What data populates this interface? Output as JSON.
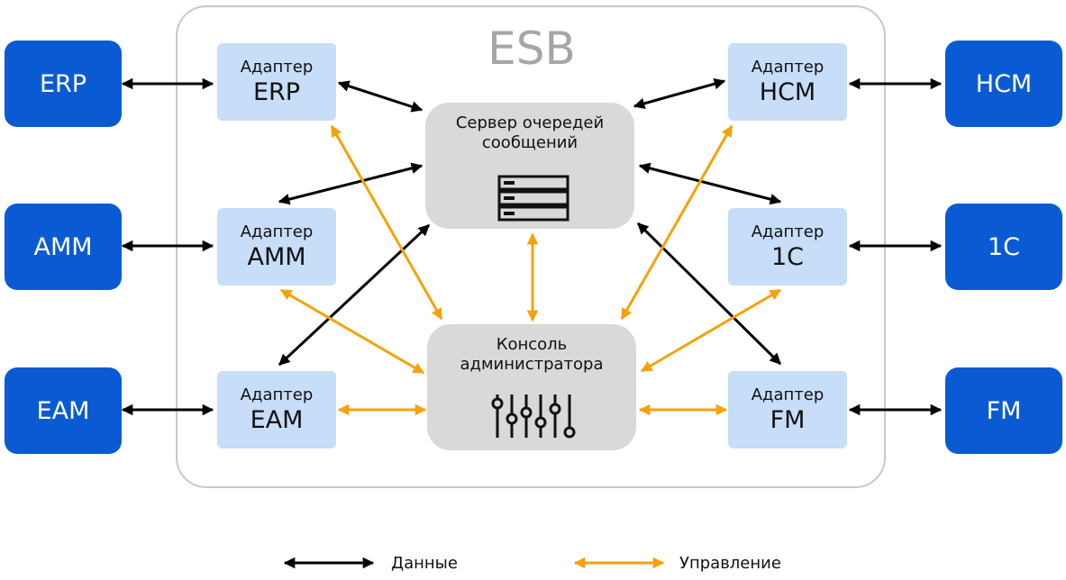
{
  "bus": {
    "title": "ESB"
  },
  "systems": {
    "erp": "ERP",
    "amm": "AMM",
    "eam": "EAM",
    "hcm": "HCM",
    "c1": "1С",
    "fm": "FM"
  },
  "adapters": {
    "label": "Адаптер",
    "erp": "ERP",
    "amm": "AMM",
    "eam": "EAM",
    "hcm": "HCM",
    "c1": "1С",
    "fm": "FM"
  },
  "queue_server": {
    "label": "Сервер очередей сообщений",
    "icon": "server-rack-icon"
  },
  "admin_console": {
    "label": "Консоль администратора",
    "icon": "sliders-icon"
  },
  "legend": {
    "data_label": "Данные",
    "control_label": "Управление"
  },
  "colors": {
    "system_fill": "#0a5bd3",
    "adapter_fill": "#c7ddf8",
    "core_fill": "#d9d9d9",
    "data_arrow": "#000000",
    "control_arrow": "#f5a20a"
  }
}
